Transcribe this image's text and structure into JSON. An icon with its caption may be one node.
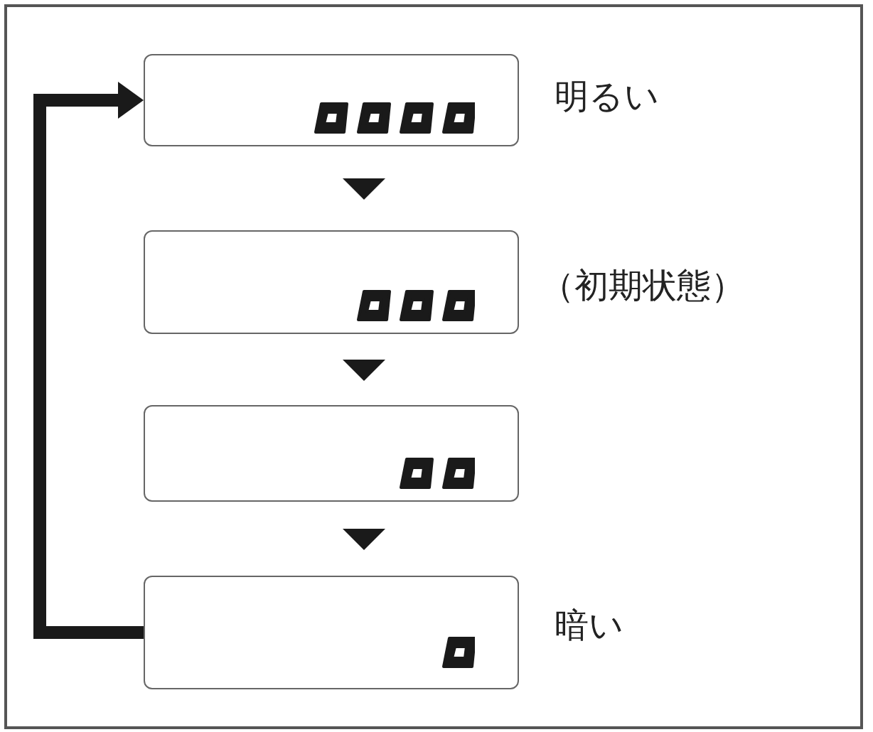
{
  "diagram": {
    "nodes": [
      {
        "text": [],
        "shape": "box",
        "beside": [
          "明るい"
        ]
      },
      {
        "text": [],
        "shape": "box",
        "beside": [
          "（初期状態）"
        ]
      },
      {
        "text": [],
        "shape": "box"
      },
      {
        "text": [],
        "shape": "box",
        "beside": [
          "暗い"
        ]
      }
    ],
    "edges": [
      {
        "from": 0,
        "to": 1,
        "arrow": "to"
      },
      {
        "from": 1,
        "to": 2,
        "arrow": "to"
      },
      {
        "from": 2,
        "to": 3,
        "arrow": "to"
      },
      {
        "from": 3,
        "to": 0,
        "arrow": "to"
      }
    ]
  }
}
